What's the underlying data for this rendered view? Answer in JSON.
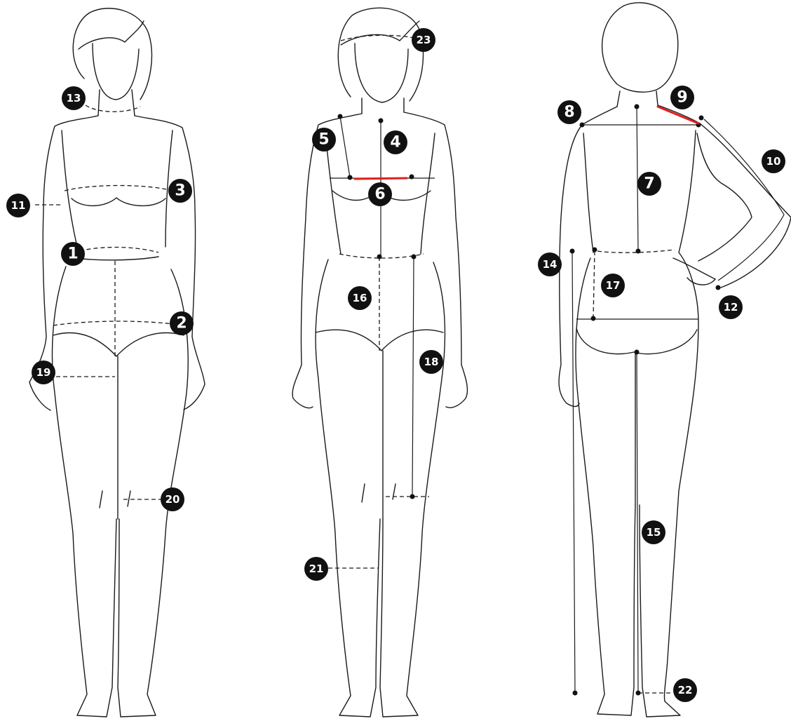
{
  "colors": {
    "ink": "#111111",
    "highlight": "#e0201c",
    "background": "#ffffff"
  },
  "figures": [
    {
      "view": "front",
      "markers": [
        "1",
        "2",
        "3",
        "11",
        "13",
        "19",
        "20"
      ]
    },
    {
      "view": "front",
      "markers": [
        "4",
        "5",
        "6",
        "16",
        "18",
        "21",
        "23"
      ]
    },
    {
      "view": "back",
      "markers": [
        "7",
        "8",
        "9",
        "10",
        "12",
        "14",
        "15",
        "17",
        "22"
      ]
    }
  ],
  "markers": {
    "m1": "1",
    "m2": "2",
    "m3": "3",
    "m4": "4",
    "m5": "5",
    "m6": "6",
    "m7": "7",
    "m8": "8",
    "m9": "9",
    "m10": "10",
    "m11": "11",
    "m12": "12",
    "m13": "13",
    "m14": "14",
    "m15": "15",
    "m16": "16",
    "m17": "17",
    "m18": "18",
    "m19": "19",
    "m20": "20",
    "m21": "21",
    "m22": "22",
    "m23": "23"
  }
}
